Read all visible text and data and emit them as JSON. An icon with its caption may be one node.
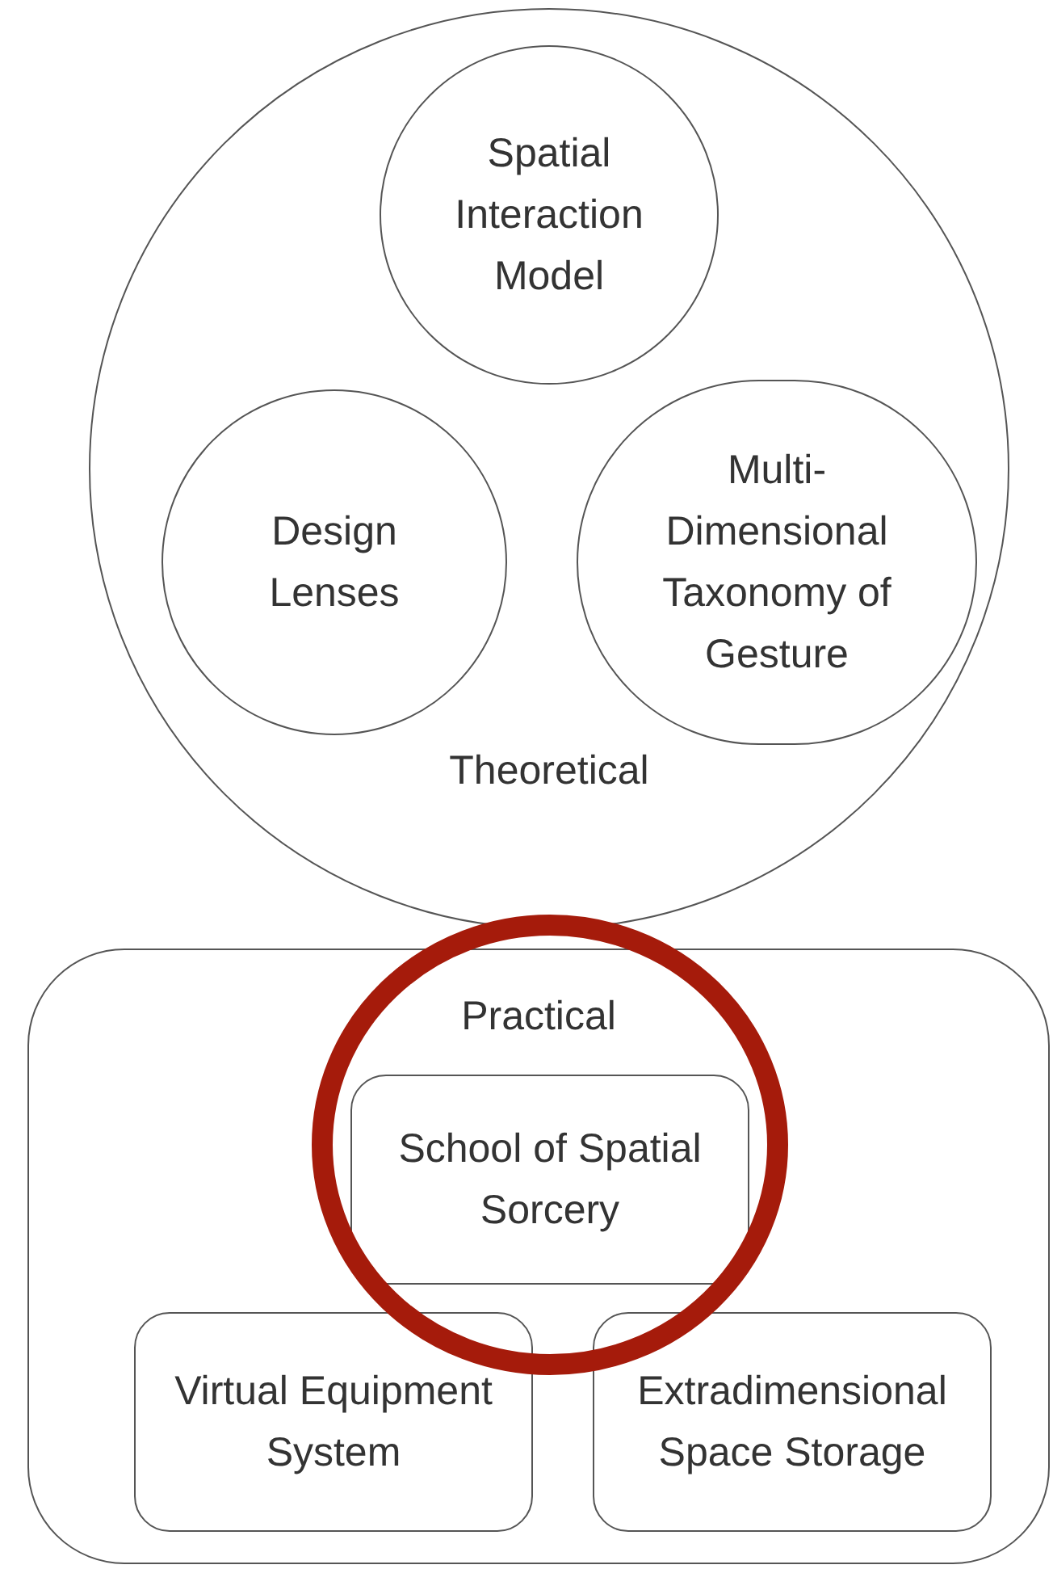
{
  "diagram": {
    "nodes": [
      {
        "text": [
          "Theoretical"
        ]
      },
      {
        "text": [
          "Spatial Interaction Model"
        ],
        "in": 0
      },
      {
        "text": [
          "Design Lenses"
        ],
        "in": 0
      },
      {
        "text": [
          "Multi-Dimensional Taxonomy of Gesture"
        ],
        "in": 0
      },
      {
        "text": [
          "Practical"
        ]
      },
      {
        "text": [
          "School of Spatial Sorcery"
        ],
        "in": 4
      },
      {
        "text": [
          "Virtual Equipment System"
        ],
        "in": 4
      },
      {
        "text": [
          "Extradimensional Space Storage"
        ],
        "in": 4
      }
    ]
  }
}
